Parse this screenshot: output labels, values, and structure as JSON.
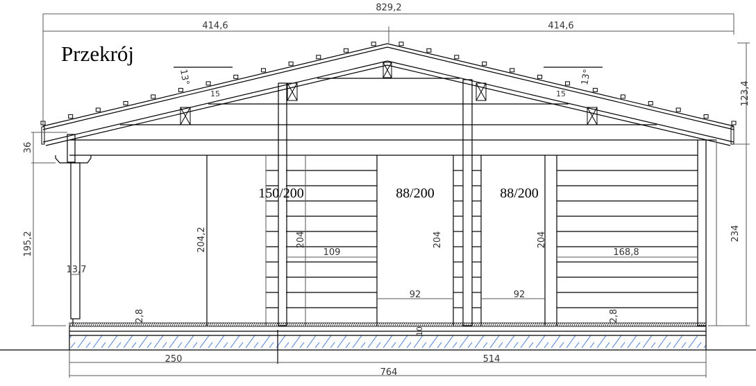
{
  "title": "Przekrój",
  "dimensions": {
    "total_width_top": "829,2",
    "half_left": "414,6",
    "half_right": "414,6",
    "roof_height": "123,4",
    "eave_height": "36",
    "post_height": "195,2",
    "wall_height": "234",
    "inner_height": "204,2",
    "door_height_1": "204",
    "door_height_2": "204",
    "door_height_3": "204",
    "width_109": "109",
    "width_168": "168,8",
    "width_92_a": "92",
    "width_92_b": "92",
    "post_width": "13,7",
    "floor_left": "2,8",
    "floor_right": "2,8",
    "floor_step": "10",
    "roof_angle_left": "13°",
    "roof_angle_right": "13°",
    "roof_thick_left": "15",
    "roof_thick_right": "15",
    "base_left": "250",
    "base_right": "514",
    "base_total": "764"
  },
  "doors": [
    "150/200",
    "88/200",
    "88/200"
  ],
  "colors": {
    "hatch": "#3a7bff",
    "line": "#000000"
  }
}
